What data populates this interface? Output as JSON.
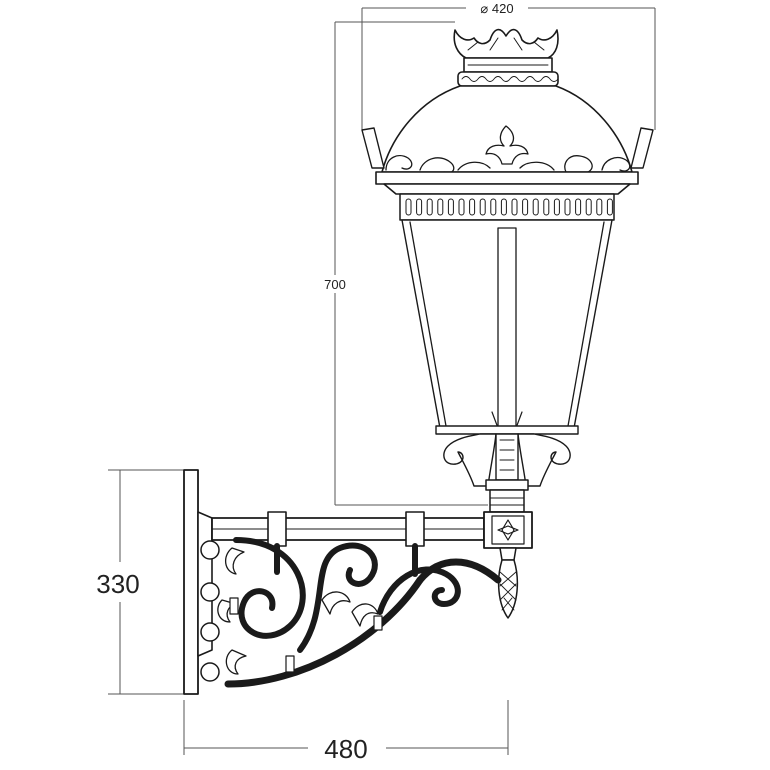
{
  "dimensions": {
    "diameter_label": "⌀ 420",
    "height_label": "700",
    "arm_height_label": "330",
    "projection_label": "480"
  },
  "colors": {
    "ink": "#1a1a1a",
    "dimension_line": "#555555",
    "background": "#ffffff"
  }
}
